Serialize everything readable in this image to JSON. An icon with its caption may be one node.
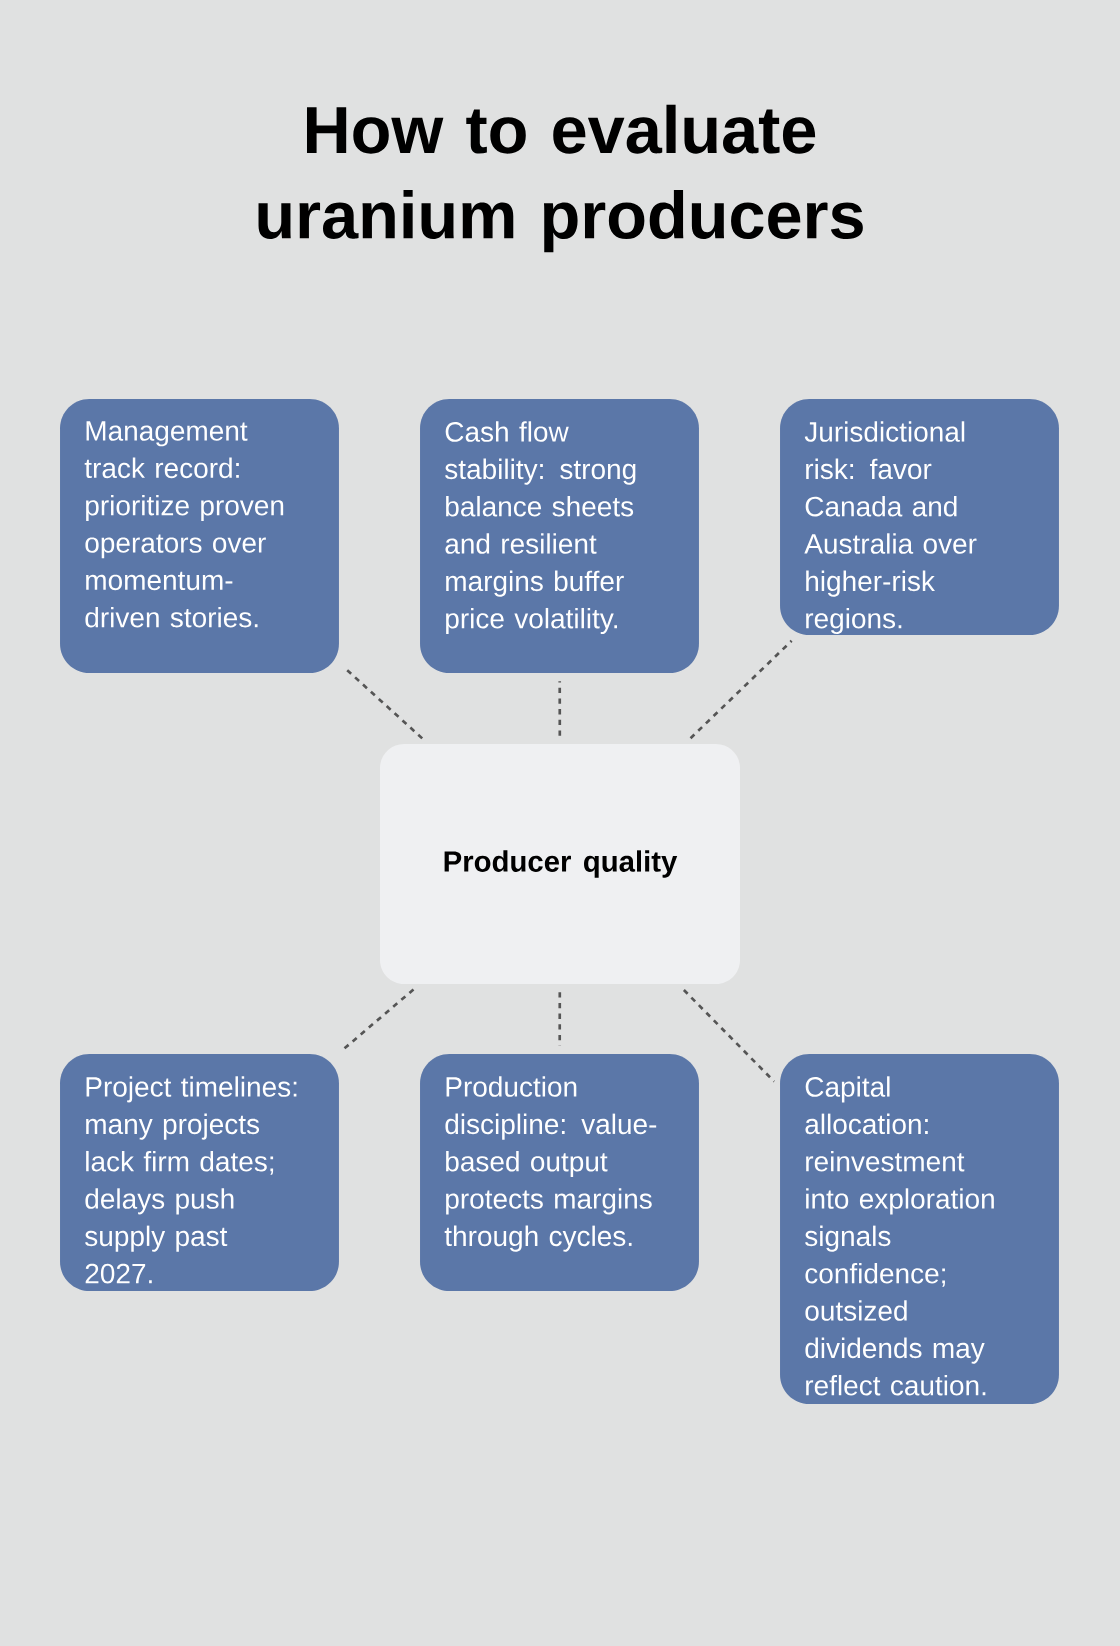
{
  "diagram": {
    "title": "How to evaluate uranium producers",
    "nodes": [
      {
        "text": [
          "Management track record: prioritize proven operators over momentum-driven stories."
        ]
      },
      {
        "text": [
          "Cash flow stability: strong balance sheets and resilient margins buffer price volatility."
        ]
      },
      {
        "text": [
          "Jurisdictional risk: favor Canada and Australia over higher-risk regions."
        ]
      },
      {
        "text": [
          "Producer quality"
        ]
      },
      {
        "text": [
          "Project timelines: many projects lack firm dates; delays push supply past 2027."
        ]
      },
      {
        "text": [
          "Production discipline: value-based output protects margins through cycles."
        ]
      },
      {
        "text": [
          "Capital allocation: reinvestment into exploration signals confidence; outsized dividends may reflect caution."
        ]
      }
    ],
    "edges": [
      {
        "from": 3,
        "to": 0,
        "arrow": "none"
      },
      {
        "from": 3,
        "to": 1,
        "arrow": "none"
      },
      {
        "from": 3,
        "to": 2,
        "arrow": "none"
      },
      {
        "from": 3,
        "to": 4,
        "arrow": "none"
      },
      {
        "from": 3,
        "to": 5,
        "arrow": "none"
      },
      {
        "from": 3,
        "to": 6,
        "arrow": "none"
      }
    ]
  }
}
